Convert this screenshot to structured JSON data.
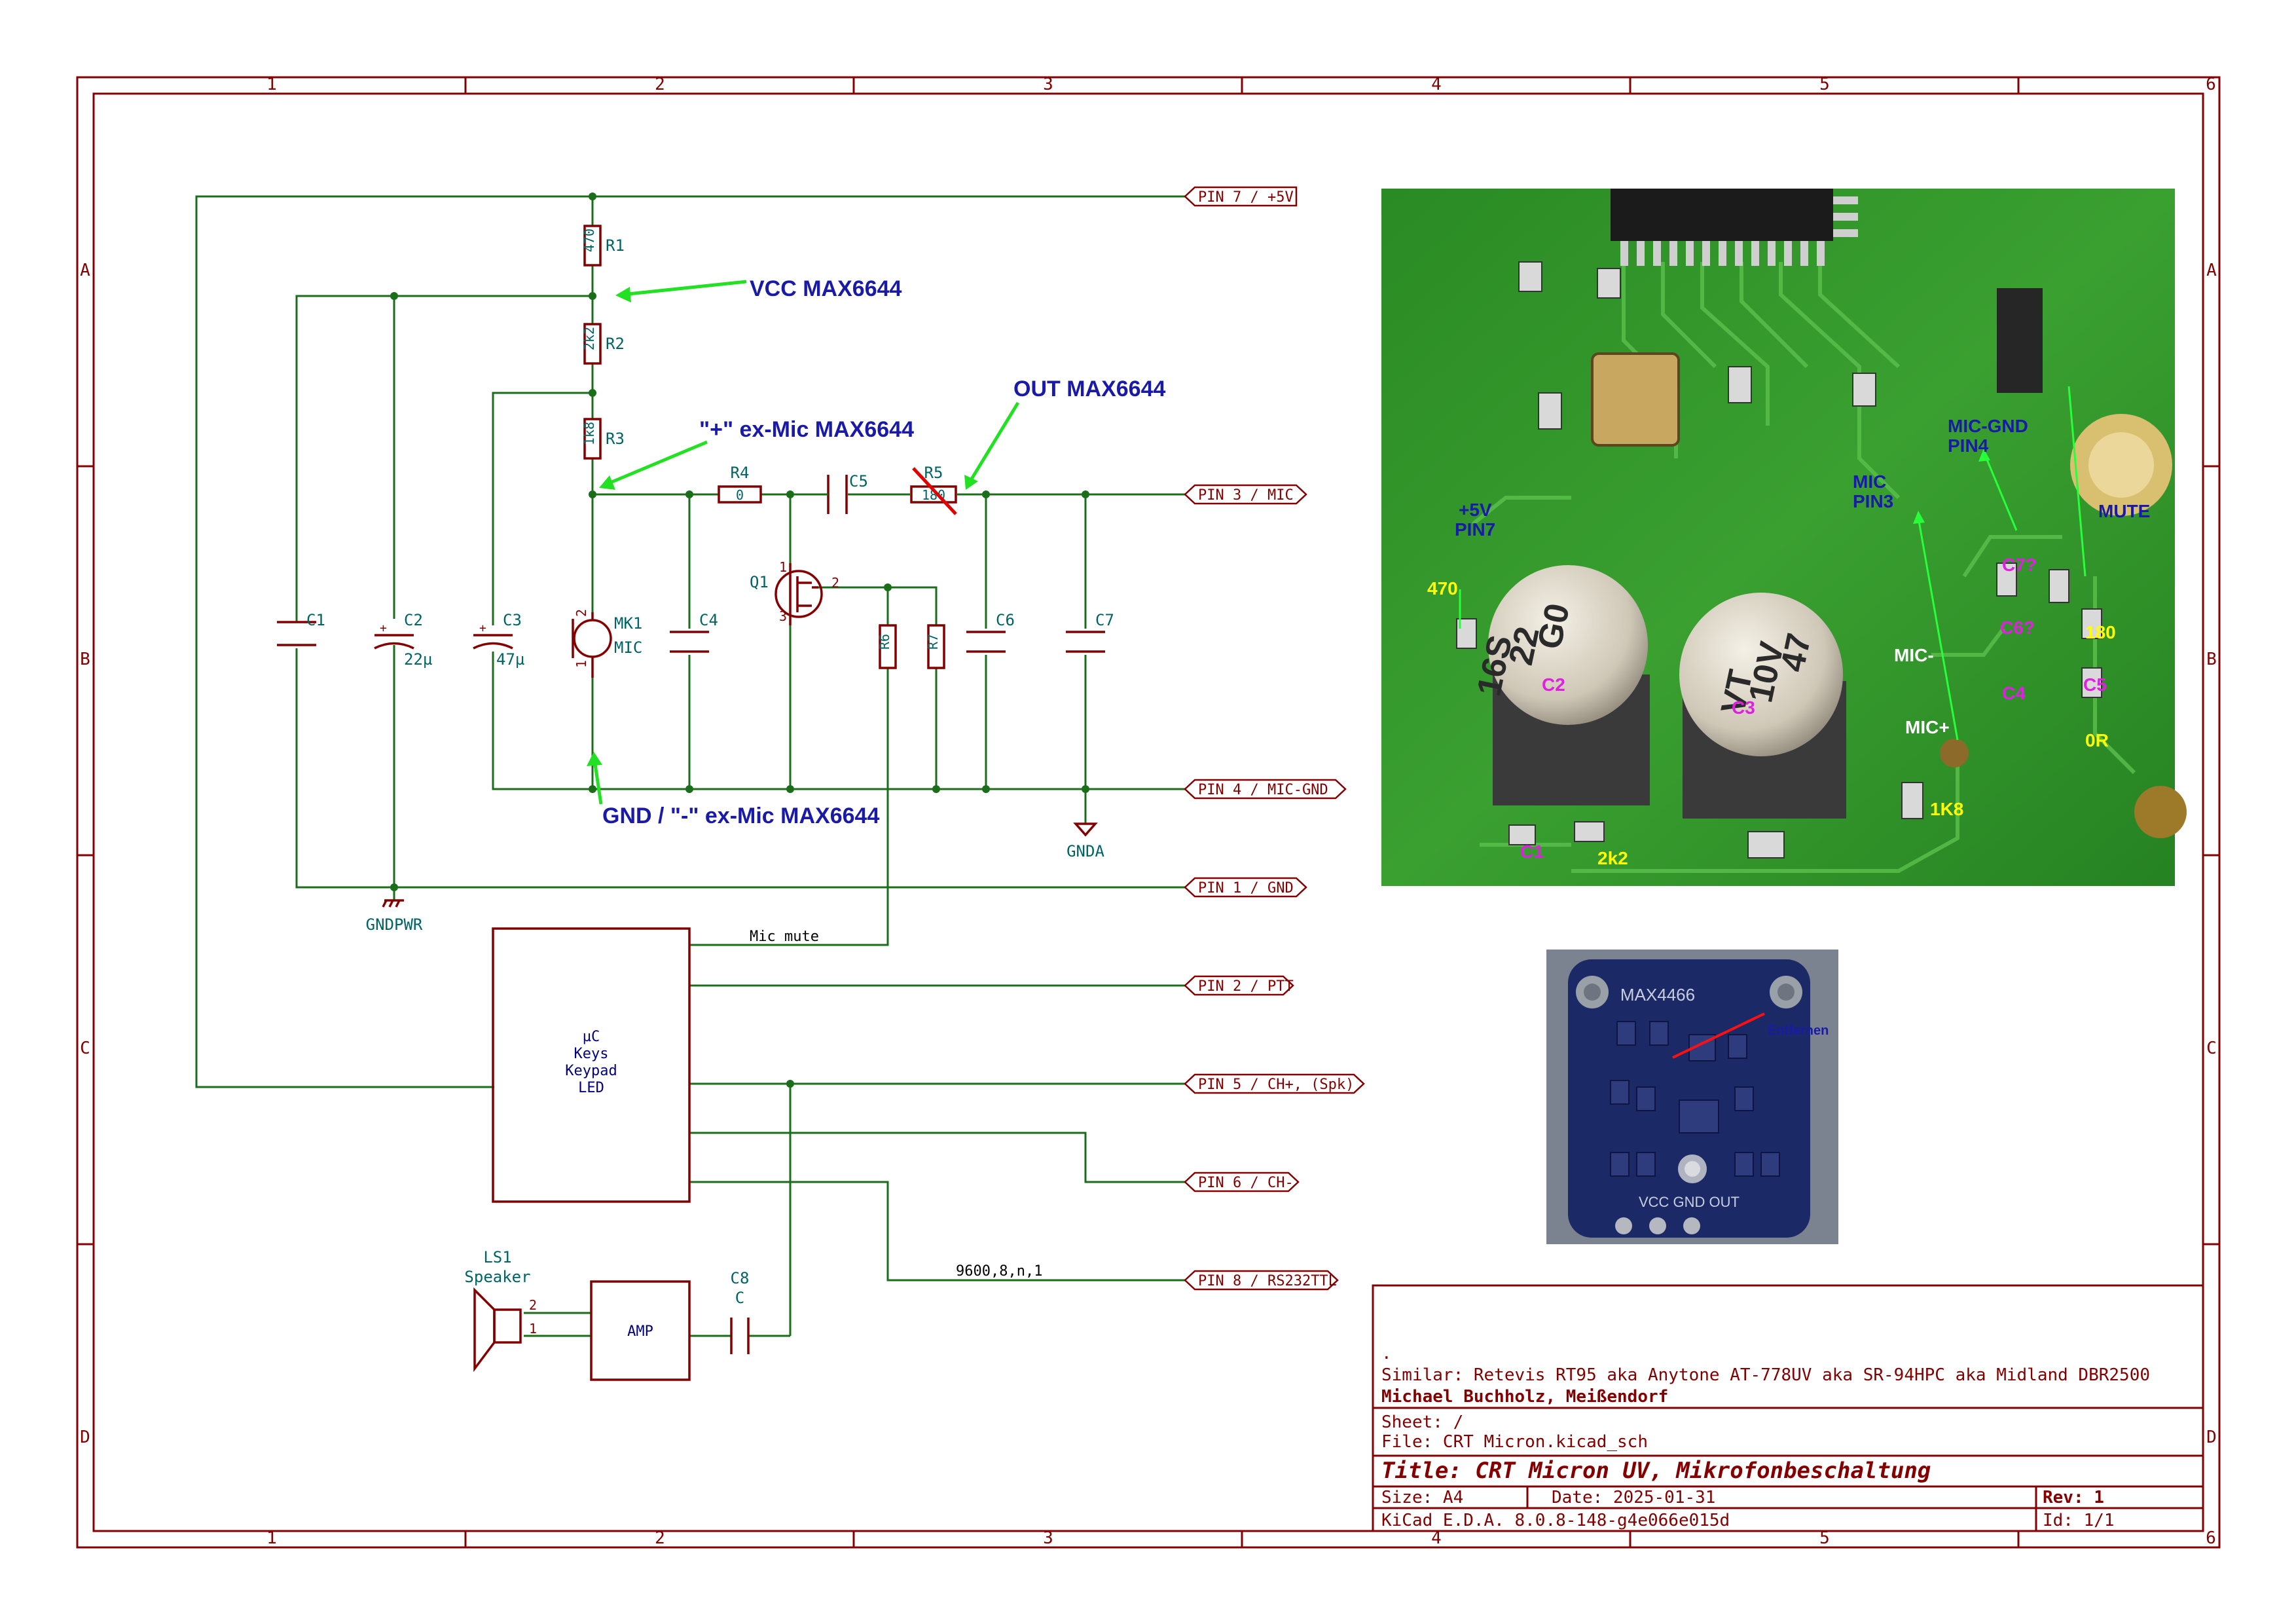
{
  "frame": {
    "col_numbers": [
      "1",
      "2",
      "3",
      "4",
      "5",
      "6"
    ],
    "row_letters": [
      "A",
      "B",
      "C",
      "D"
    ]
  },
  "components": {
    "R1": {
      "ref": "R1",
      "value": "470"
    },
    "R2": {
      "ref": "R2",
      "value": "2k2"
    },
    "R3": {
      "ref": "R3",
      "value": "1k8"
    },
    "R4": {
      "ref": "R4",
      "value": "0"
    },
    "R5": {
      "ref": "R5",
      "value": "180"
    },
    "R6": {
      "ref": "R6"
    },
    "R7": {
      "ref": "R7"
    },
    "C1": {
      "ref": "C1"
    },
    "C2": {
      "ref": "C2",
      "value": "22µ"
    },
    "C3": {
      "ref": "C3",
      "value": "47µ"
    },
    "C4": {
      "ref": "C4"
    },
    "C5": {
      "ref": "C5"
    },
    "C6": {
      "ref": "C6"
    },
    "C7": {
      "ref": "C7"
    },
    "C8": {
      "ref": "C8",
      "value": "C"
    },
    "MK1": {
      "ref": "MK1",
      "value": "MIC",
      "pin_plus": "2",
      "pin_minus": "1"
    },
    "Q1": {
      "ref": "Q1",
      "pin_gate": "2",
      "pin_top": "1",
      "pin_bottom": "3"
    },
    "LS1": {
      "ref": "LS1",
      "value": "Speaker",
      "pin2": "2",
      "pin1": "1"
    },
    "uC": {
      "lines": [
        "µC",
        "Keys",
        "Keypad",
        "LED"
      ]
    },
    "AMP": {
      "label": "AMP"
    },
    "GNDA": {
      "label": "GNDA"
    },
    "GNDPWR": {
      "label": "GNDPWR"
    }
  },
  "global_labels": {
    "pin7": "PIN 7 / +5V",
    "pin3": "PIN 3 / MIC",
    "pin4": "PIN 4 / MIC-GND",
    "pin1": "PIN 1 / GND",
    "pin2": "PIN 2 / PTT",
    "pin5": "PIN 5 / CH+, (Spk)",
    "pin6": "PIN 6 / CH-",
    "pin8": "PIN 8 / RS232TTL"
  },
  "net_labels": {
    "mic_mute": "Mic mute",
    "serial": "9600,8,n,1"
  },
  "annotations": {
    "vcc": "VCC MAX6644",
    "plus_mic": "\"+\" ex-Mic MAX6644",
    "out": "OUT MAX6644",
    "gnd": "GND / \"-\" ex-Mic MAX6644"
  },
  "photo_pcb": {
    "labels": {
      "plus5v": "+5V",
      "pin7": "PIN7",
      "r470": "470",
      "mic": "MIC",
      "pin3": "PIN3",
      "micgnd": "MIC-GND",
      "pin4": "PIN4",
      "mute": "MUTE",
      "c2": "C2",
      "c3": "C3",
      "c7": "C7?",
      "c6": "C6?",
      "c4": "C4",
      "c5": "C5",
      "c1": "C1",
      "r180": "180",
      "micminus": "MIC-",
      "micplus": "MIC+",
      "r0": "0R",
      "r1k8": "1K8",
      "r2k2": "2k2",
      "cap2_text": [
        "G0",
        "22",
        "16S"
      ],
      "cap3_text": [
        "47",
        "10V",
        "VT"
      ]
    }
  },
  "photo_module": {
    "chip_label": "MAX4466",
    "remove_label": "Entfernen",
    "pins": "VCC GND OUT"
  },
  "title_block": {
    "dot": ".",
    "comment": "Similar: Retevis RT95 aka Anytone AT-778UV aka SR-94HPC aka Midland DBR2500",
    "company": "Michael Buchholz, Meißendorf",
    "sheet": "Sheet: /",
    "file": "File: CRT Micron.kicad_sch",
    "title": "Title: CRT Micron UV, Mikrofonbeschaltung",
    "size": "Size: A4",
    "date": "Date: 2025-01-31",
    "rev": "Rev: 1",
    "tool": "KiCad E.D.A. 8.0.8-148-g4e066e015d",
    "id": "Id: 1/1"
  },
  "colors": {
    "wire": "#1a6e1a",
    "symbol": "#840000",
    "reference": "#006464",
    "annotation": "#1a1aa8",
    "arrow": "#22e022",
    "pcb_green": "#2f8f2a"
  }
}
